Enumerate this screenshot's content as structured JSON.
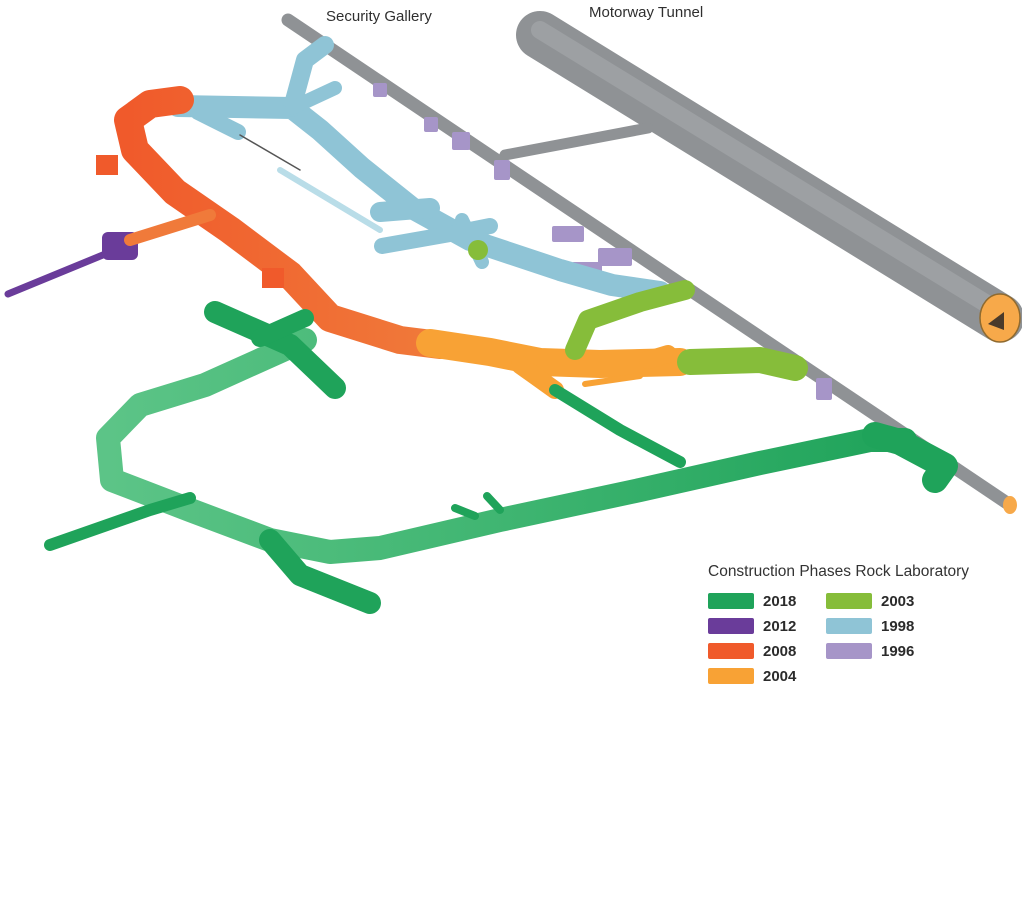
{
  "labels": {
    "security_gallery": "Security Gallery",
    "motorway_tunnel": "Motorway Tunnel"
  },
  "legend": {
    "title": "Construction Phases Rock Laboratory",
    "items": [
      {
        "year": "2018",
        "color": "#1fa35a"
      },
      {
        "year": "2012",
        "color": "#6a3c9a"
      },
      {
        "year": "2008",
        "color": "#f05a2b"
      },
      {
        "year": "2004",
        "color": "#f8a235"
      },
      {
        "year": "2003",
        "color": "#86bd3a"
      },
      {
        "year": "1998",
        "color": "#8fc4d6"
      },
      {
        "year": "1996",
        "color": "#a695c8"
      }
    ]
  },
  "colors": {
    "tunnel_grey": "#8f9295",
    "tunnel_cap": "#f7a94a",
    "c2018": "#1fa35a",
    "c2018_light": "#5cc487",
    "c2012": "#6a3c9a",
    "c2008": "#f05a2b",
    "c2004": "#f8a235",
    "c2003": "#86bd3a",
    "c1998": "#8fc4d6",
    "c1996": "#a695c8"
  }
}
